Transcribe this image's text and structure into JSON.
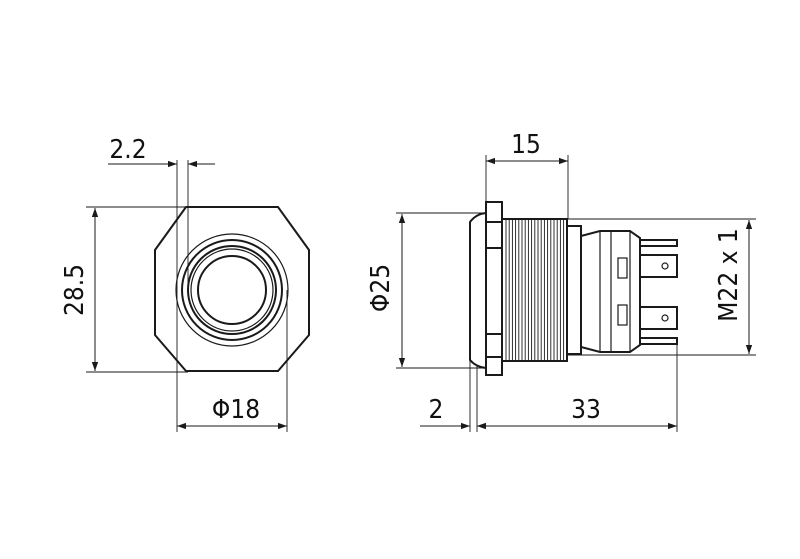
{
  "front_view": {
    "ring_width_label": "2.2",
    "height_label": "28.5",
    "diameter_label": "Φ18"
  },
  "side_view": {
    "overall_diameter_label": "Φ25",
    "thread_length_label": "15",
    "thread_label": "M22 x 1",
    "flange_thickness_label": "2",
    "total_length_label": "33"
  }
}
